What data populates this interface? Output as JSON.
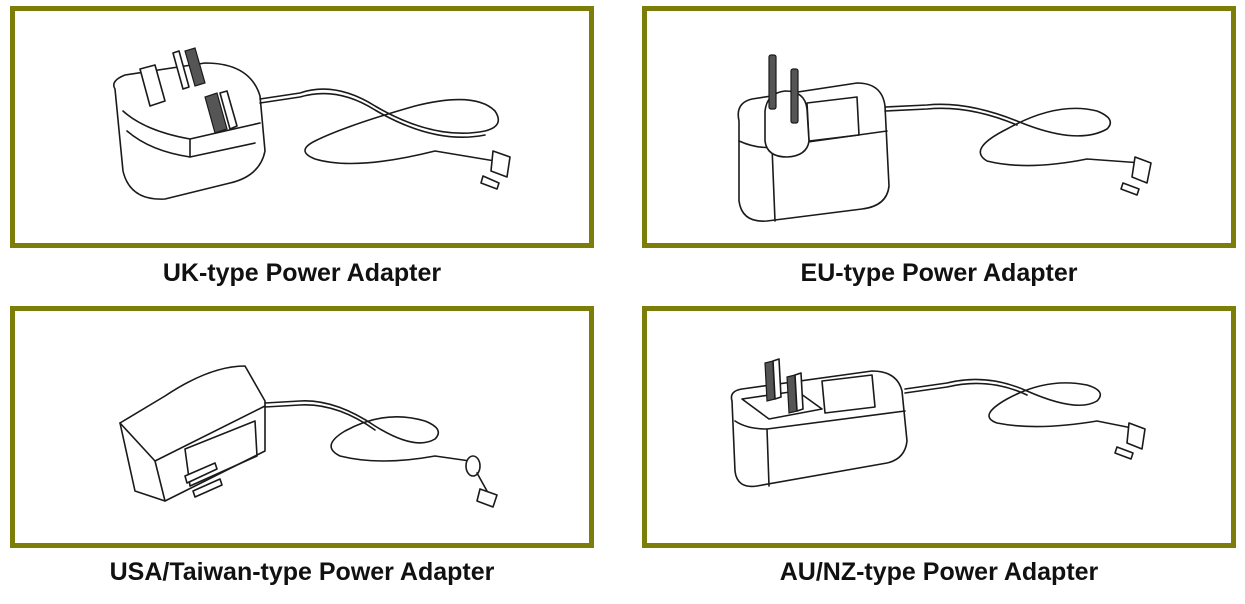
{
  "colors": {
    "frame_border": "#7d7d0a",
    "caption_text": "#111111"
  },
  "adapters": [
    {
      "id": "uk",
      "caption": "UK-type Power Adapter",
      "illustration": "uk-plug-adapter-illustration"
    },
    {
      "id": "eu",
      "caption": "EU-type Power Adapter",
      "illustration": "eu-plug-adapter-illustration"
    },
    {
      "id": "us",
      "caption": "USA/Taiwan-type Power Adapter",
      "illustration": "us-plug-adapter-illustration"
    },
    {
      "id": "au",
      "caption": "AU/NZ-type Power Adapter",
      "illustration": "au-plug-adapter-illustration"
    }
  ]
}
